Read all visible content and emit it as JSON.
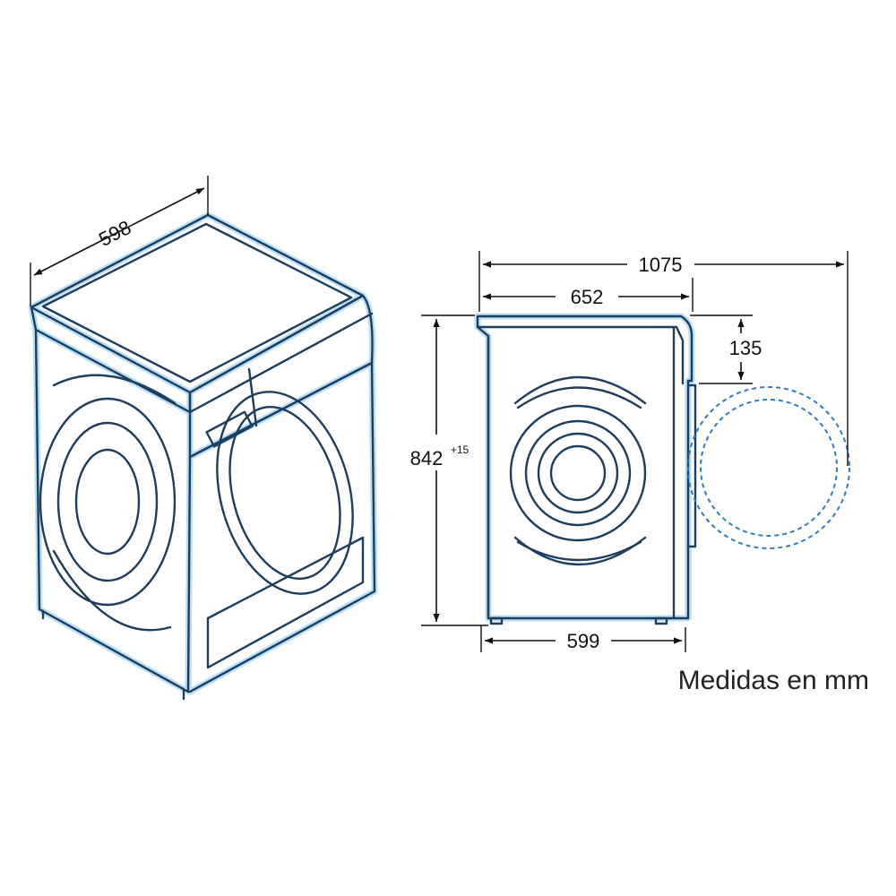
{
  "dimensions": {
    "width": "598",
    "total_depth_door_open": "1075",
    "depth": "652",
    "door_offset": "135",
    "height": "842",
    "height_tolerance": "+15",
    "foot_span": "599"
  },
  "units_note": "Medidas en mm",
  "colors": {
    "outline": "#1e3e5e",
    "glow": "#7fc4f0",
    "dashed_door": "#2f7dc0",
    "dimension_lines": "#111111"
  }
}
